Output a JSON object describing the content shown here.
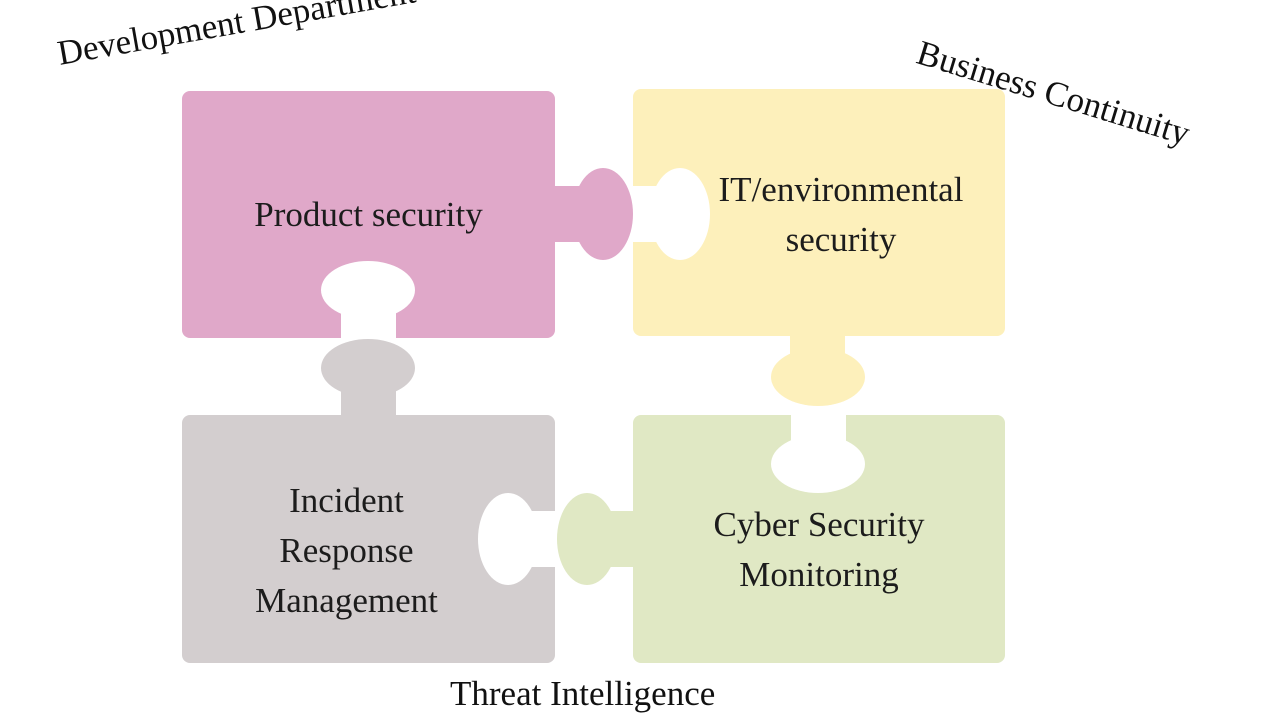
{
  "labels": {
    "development_department": "Development Department",
    "business_continuity": "Business Continuity",
    "threat_intelligence": "Threat Intelligence"
  },
  "pieces": {
    "product_security": {
      "lines": [
        "Product security"
      ],
      "color": "#e0a8c9"
    },
    "it_environmental_security": {
      "lines": [
        "IT/environmental",
        "security"
      ],
      "color": "#fdf0bb"
    },
    "incident_response_management": {
      "lines": [
        "Incident",
        "Response",
        "Management"
      ],
      "color": "#d3cecf"
    },
    "cyber_security_monitoring": {
      "lines": [
        "Cyber Security",
        "Monitoring"
      ],
      "color": "#e0e8c4"
    }
  }
}
